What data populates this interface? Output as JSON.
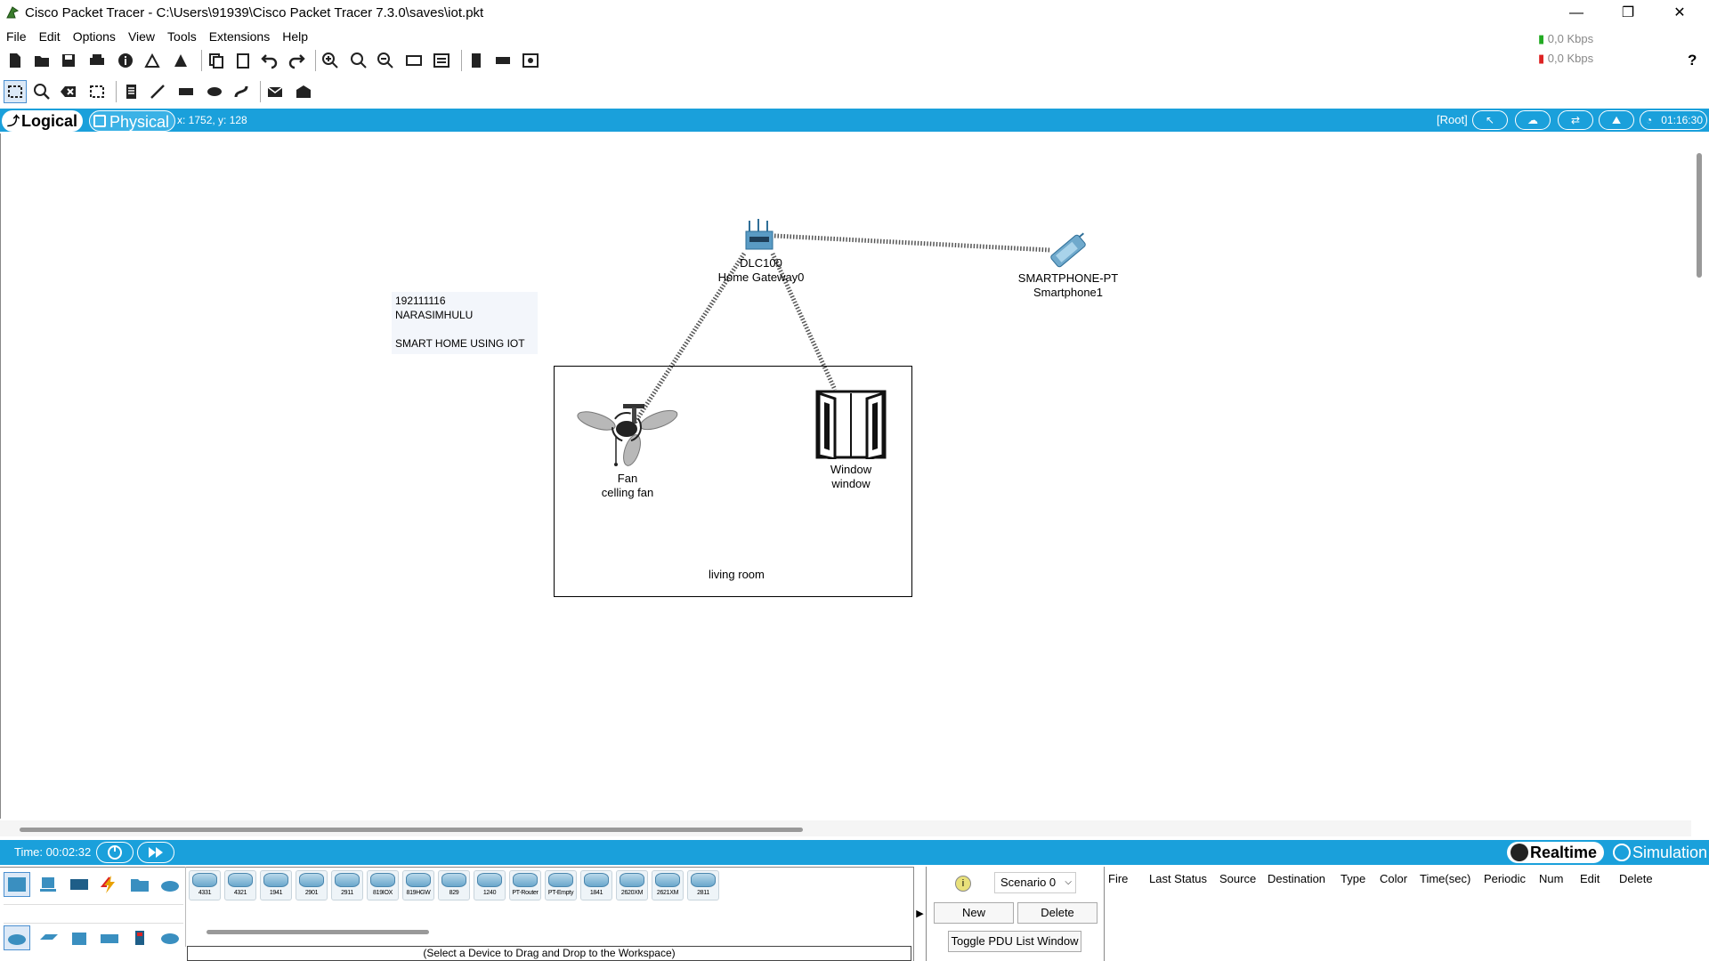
{
  "window": {
    "title": "Cisco Packet Tracer - C:\\Users\\91939\\Cisco Packet Tracer 7.3.0\\saves\\iot.pkt",
    "minimize": "—",
    "restore": "❐",
    "close": "✕"
  },
  "menu": [
    "File",
    "Edit",
    "Options",
    "View",
    "Tools",
    "Extensions",
    "Help"
  ],
  "netstats": {
    "down": "0,0 Kbps",
    "up": "0,0 Kbps"
  },
  "help_label": "?",
  "nav": {
    "logical": "Logical",
    "physical": "Physical",
    "coords": "x: 1752, y: 128",
    "root": "[Root]",
    "clock": "01:16:30"
  },
  "note": {
    "lines": [
      "192111116",
      "NARASIMHULU",
      "",
      "SMART HOME USING IOT"
    ]
  },
  "devices": {
    "gateway": {
      "model": "DLC100",
      "name": "Home Gateway0"
    },
    "smartphone": {
      "model": "SMARTPHONE-PT",
      "name": "Smartphone1"
    },
    "fan": {
      "model": "Fan",
      "name": "celling fan"
    },
    "window": {
      "model": "Window",
      "name": "window"
    }
  },
  "area_label": "living room",
  "timebar": {
    "time": "Time: 00:02:32",
    "realtime": "Realtime",
    "simulation": "Simulation"
  },
  "device_models": [
    "4331",
    "4321",
    "1941",
    "2901",
    "2911",
    "819IOX",
    "819HGW",
    "829",
    "1240",
    "PT-Router",
    "PT-Empty",
    "1841",
    "2620XM",
    "2621XM",
    "2811"
  ],
  "select_hint": "(Select a Device to Drag and Drop to the Workspace)",
  "pdu": {
    "scenario": "Scenario 0",
    "new": "New",
    "delete": "Delete",
    "toggle": "Toggle PDU List Window",
    "columns": [
      "Fire",
      "Last Status",
      "Source",
      "Destination",
      "Type",
      "Color",
      "Time(sec)",
      "Periodic",
      "Num",
      "Edit",
      "Delete"
    ]
  },
  "colors": {
    "accent": "#1aa0db",
    "link": "#555555"
  }
}
